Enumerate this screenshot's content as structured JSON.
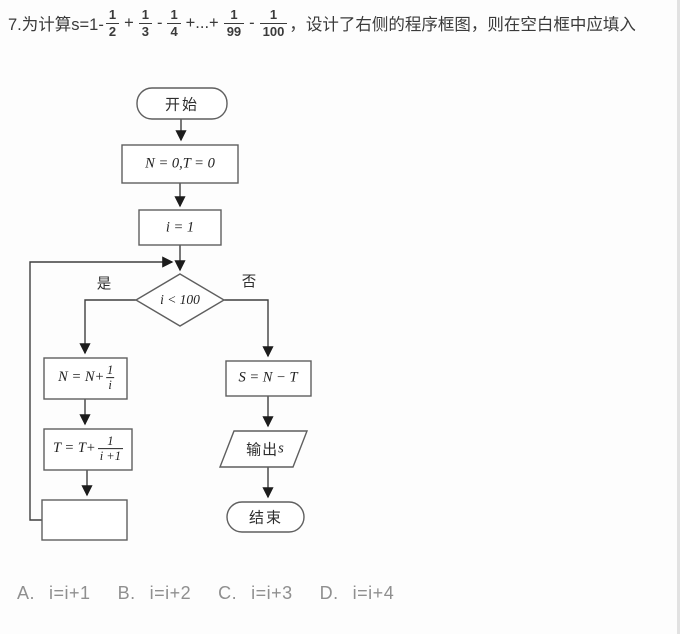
{
  "title": {
    "prefix": "7.为计算s=1-",
    "fracs": [
      {
        "num": "1",
        "den": "2"
      },
      {
        "num": "1",
        "den": "3"
      },
      {
        "num": "1",
        "den": "4"
      },
      {
        "num": "1",
        "den": "99"
      },
      {
        "num": "1",
        "den": "100"
      }
    ],
    "seps": [
      "+",
      "-",
      "+...+",
      "-"
    ],
    "suffix": "，设计了右侧的程序框图，则在空白框中应填入"
  },
  "flowchart": {
    "start_label": "开始",
    "init_label": "N = 0,T = 0",
    "i_init_label": "i = 1",
    "condition_label": "i < 100",
    "yes_label": "是",
    "no_label": "否",
    "assign_n": {
      "prefix": "N = N+",
      "num": "1",
      "den": "i"
    },
    "assign_t": {
      "prefix": "T = T+",
      "num": "1",
      "den": "i +1"
    },
    "compute_s_label": "S = N − T",
    "output": {
      "prefix": "输出",
      "var": "s"
    },
    "end_label": "结束",
    "blank_box": ""
  },
  "options": [
    {
      "label": "A.",
      "text": "i=i+1"
    },
    {
      "label": "B.",
      "text": "i=i+2"
    },
    {
      "label": "C.",
      "text": "i=i+3"
    },
    {
      "label": "D.",
      "text": "i=i+4"
    }
  ],
  "colors": {
    "ink": "#3a3a3a",
    "line": "#3f3f3f",
    "box_border": "#5f5f5f",
    "muted_option": "#8f8f8f",
    "bg": "#fdfdfd",
    "node_fill": "#ffffff"
  }
}
